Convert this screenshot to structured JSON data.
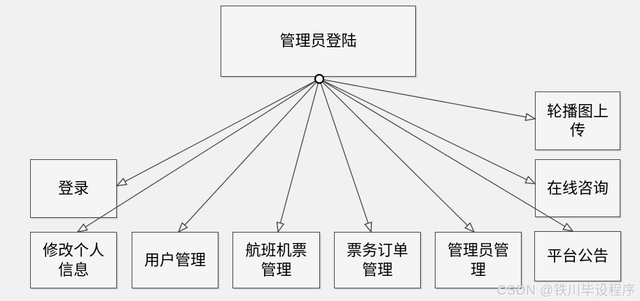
{
  "diagram": {
    "root_label": "管理员登陆",
    "nodes": [
      {
        "id": "login",
        "label": "登录"
      },
      {
        "id": "edit-personal-info",
        "label": "修改个人信息"
      },
      {
        "id": "user-management",
        "label": "用户管理"
      },
      {
        "id": "flight-ticket-management",
        "label": "航班机票管理"
      },
      {
        "id": "ticket-order-management",
        "label": "票务订单管理"
      },
      {
        "id": "admin-management",
        "label": "管理员管理"
      },
      {
        "id": "platform-announcement",
        "label": "平台公告"
      },
      {
        "id": "online-consultation",
        "label": "在线咨询"
      },
      {
        "id": "carousel-upload",
        "label": "轮播图上传"
      }
    ],
    "edges": [
      {
        "from": "管理员登陆",
        "to": "登录"
      },
      {
        "from": "管理员登陆",
        "to": "修改个人信息"
      },
      {
        "from": "管理员登陆",
        "to": "用户管理"
      },
      {
        "from": "管理员登陆",
        "to": "航班机票管理"
      },
      {
        "from": "管理员登陆",
        "to": "票务订单管理"
      },
      {
        "from": "管理员登陆",
        "to": "管理员管理"
      },
      {
        "from": "管理员登陆",
        "to": "平台公告"
      },
      {
        "from": "管理员登陆",
        "to": "在线咨询"
      },
      {
        "from": "管理员登陆",
        "to": "轮播图上传"
      }
    ]
  },
  "watermark": {
    "text": "CSDN @铁川毕设程序"
  },
  "colors": {
    "background": "#f1f1f1",
    "node_fill": "#f5f5f5",
    "node_border": "#474747",
    "line": "#4a4a4a",
    "watermark_text": "#c6c6c6"
  }
}
